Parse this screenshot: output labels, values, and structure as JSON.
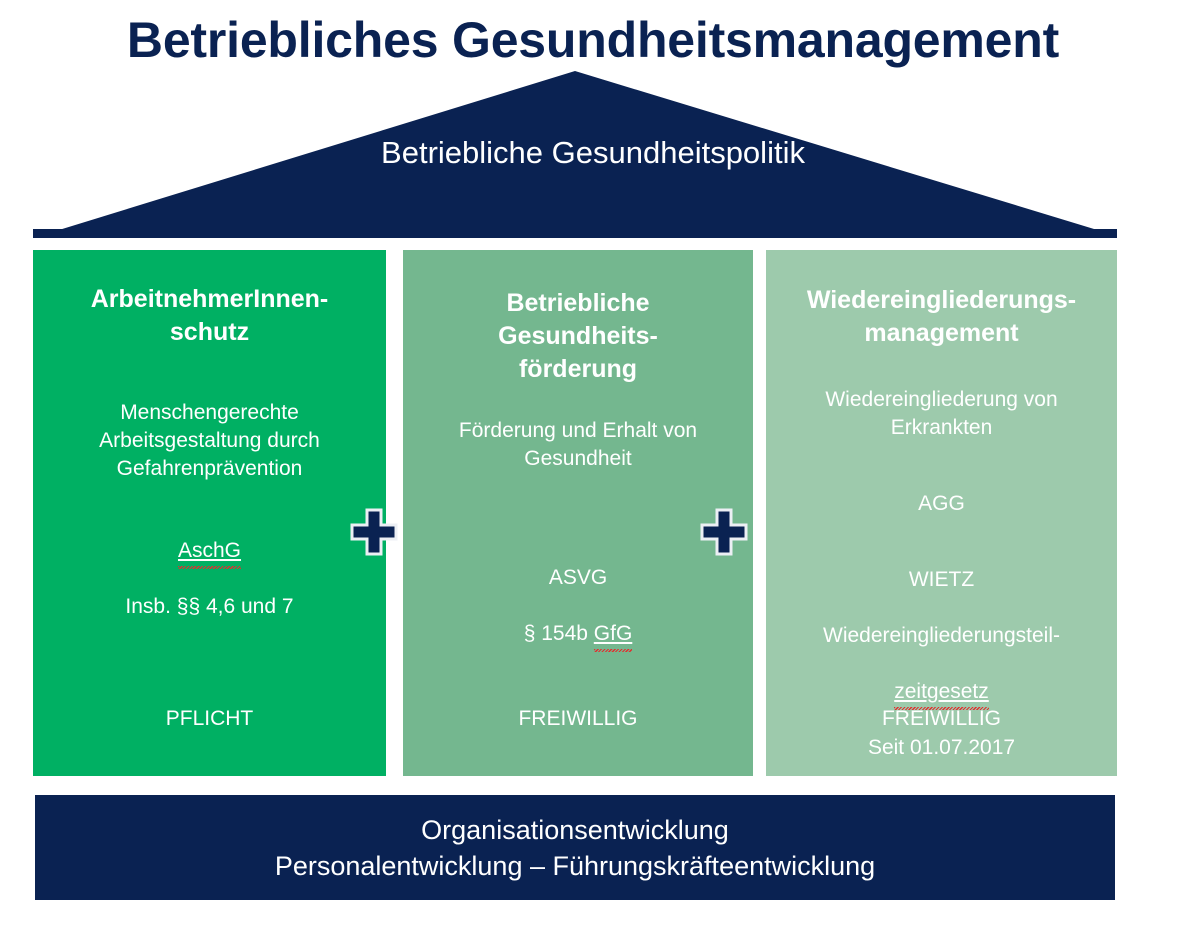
{
  "title": "Betriebliches Gesundheitsmanagement",
  "roof": {
    "label": "Betriebliche\nGesundheitspolitik",
    "color": "#0a2252"
  },
  "pillars": [
    {
      "id": "arbeitnehmerinnenschutz",
      "title": "ArbeitnehmerInnen-\nschutz",
      "body": "Menschengerechte\nArbeitsgestaltung durch\nGefahrenprävention",
      "law_term": "AschG",
      "law_detail": "Insb. §§ 4,6 und 7",
      "status": "PFLICHT",
      "color": "#00b063"
    },
    {
      "id": "betriebliche-gesundheitsfoerderung",
      "title": "Betriebliche\nGesundheits-\nförderung",
      "body": "Förderung und Erhalt von\nGesundheit",
      "law_line1": "ASVG",
      "law_prefix": "§ 154b ",
      "law_term": "GfG",
      "status": "FREIWILLIG",
      "color": "#74b78f"
    },
    {
      "id": "wiedereingliederungsmanagement",
      "title": "Wiedereingliederungs-\nmanagement",
      "body": "Wiedereingliederung von\nErkrankten",
      "law_line1": "AGG",
      "law2_line1": "WIETZ",
      "law2_line2": "Wiedereingliederungsteil-",
      "law2_term": "zeitgesetz",
      "law2_line4": "Seit 01.07.2017",
      "status": "FREIWILLIG",
      "color": "#9dcaac"
    }
  ],
  "connectors": [
    {
      "name": "plus-1",
      "symbol": "+"
    },
    {
      "name": "plus-2",
      "symbol": "+"
    }
  ],
  "footer": {
    "text": "Organisationsentwicklung\nPersonalentwicklung – Führungskräfteentwicklung",
    "color": "#0a2252"
  }
}
